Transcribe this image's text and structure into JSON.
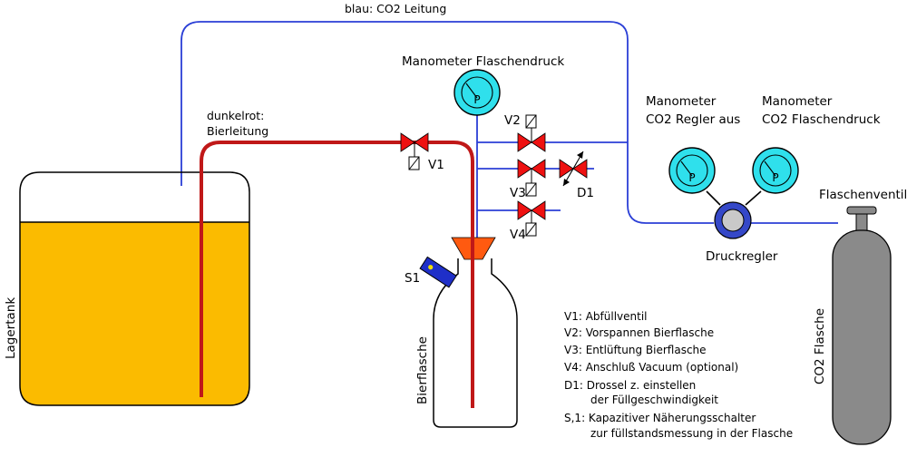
{
  "labels": {
    "blue_line": "blau: CO2 Leitung",
    "red_line_1": "dunkelrot:",
    "red_line_2": "Bierleitung",
    "gauge_bottle": "Manometer Flaschendruck",
    "gauge_reg_off_1": "Manometer",
    "gauge_reg_off_2": "CO2 Regler aus",
    "gauge_co2_1": "Manometer",
    "gauge_co2_2": "CO2 Flaschendruck",
    "cylinder_valve": "Flaschenventil",
    "regulator": "Druckregler",
    "tank": "Lagertank",
    "bottle": "Bierflasche",
    "co2_bottle": "CO2 Flasche",
    "v1": "V1",
    "v2": "V2",
    "v3": "V3",
    "v4": "V4",
    "d1": "D1",
    "s1": "S1",
    "gauge_letter": "P"
  },
  "legend": [
    "V1: Abfüllventil",
    "V2: Vorspannen Bierflasche",
    "V3: Entlüftung Bierflasche",
    "V4: Anschluß Vacuum (optional)",
    "D1: Drossel z. einstellen",
    "der Füllgeschwindigkeit",
    "S,1: Kapazitiver Näherungsschalter",
    "zur füllstandsmessung in der Flasche"
  ],
  "colors": {
    "co2_line": "#2b3fd6",
    "beer_line": "#c01818",
    "beer": "#fbbb00",
    "valve": "#ee1111",
    "gauge": "#2fe0ec",
    "cylinder": "#8a8a8a",
    "funnel": "#ff5a10",
    "sensor": "#1f2fc8"
  }
}
